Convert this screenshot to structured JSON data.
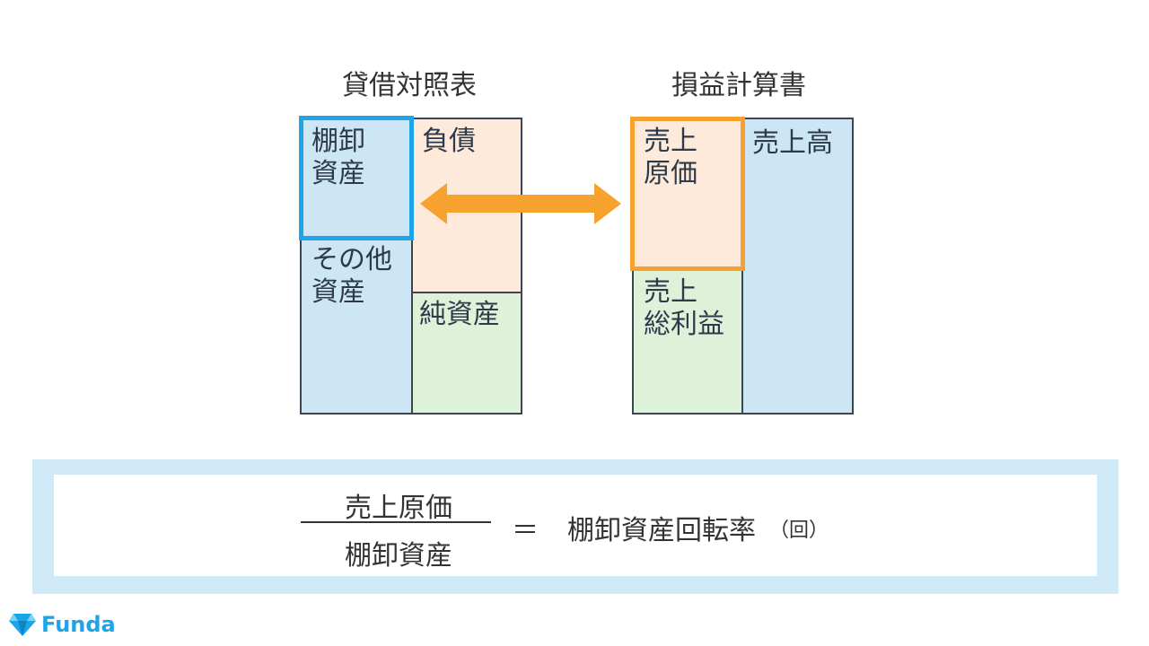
{
  "balance_sheet": {
    "title": "貸借対照表",
    "inventory": "棚卸\n資産",
    "other_assets": "その他\n資産",
    "liabilities": "負債",
    "net_assets": "純資産"
  },
  "income_statement": {
    "title": "損益計算書",
    "cogs": "売上\n原価",
    "gross_profit": "売上\n総利益",
    "sales": "売上高"
  },
  "formula": {
    "numerator": "売上原価",
    "denominator": "棚卸資産",
    "equals": "＝",
    "result": "棚卸資産回転率",
    "unit": "（回）"
  },
  "logo": {
    "text": "Funda"
  },
  "colors": {
    "asset_fill": "#cde6f6",
    "liability_fill": "#fdeadb",
    "equity_fill": "#ddf2d9",
    "highlight_blue": "#1ea5e9",
    "highlight_orange": "#f7a12e",
    "arrow": "#f7a12e"
  }
}
